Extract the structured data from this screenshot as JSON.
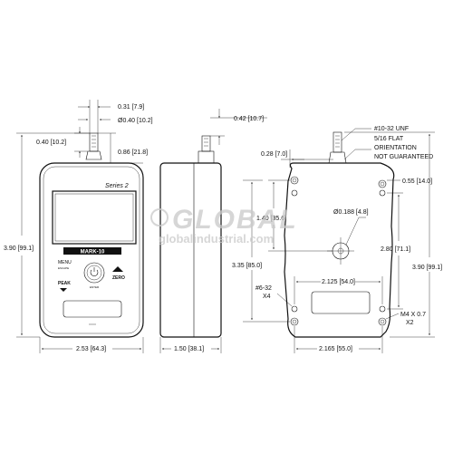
{
  "device": {
    "series_label": "Series 2",
    "brand_label": "MARK-10",
    "menu_label": "MENU",
    "menu_sub_label": "ESCAPE",
    "peak_label": "PEAK",
    "enter_label": "ENTER",
    "zero_label": "ZERO"
  },
  "dimensions": {
    "shaft_dia_small": "0.31 [7.9]",
    "shaft_dia_large": "Ø0.40 [10.2]",
    "shaft_length_front": "0.40 [10.2]",
    "shaft_to_body": "0.86 [21.8]",
    "overall_height_front": "3.90 [99.1]",
    "front_width": "2.53 [64.3]",
    "side_shaft_length": "0.42 [10.7]",
    "side_depth": "1.50 [38.1]",
    "thread_label": "#10-32 UNF",
    "flat_note_1": "5/16 FLAT",
    "flat_note_2": "ORIENTATION",
    "flat_note_3": "NOT GUARANTEED",
    "rear_shaft_offset": "0.28 [7.0]",
    "rear_hole_inset": "0.55 [14.0]",
    "rear_top_to_hole": "1.40 [35.6]",
    "rear_hole_dia": "Ø0.188 [4.8]",
    "rear_upper_height": "3.35 [85.0]",
    "rear_screw_height": "2.80 [71.1]",
    "rear_overall_height": "3.90 [99.1]",
    "rear_screw_label_1": "#6-32",
    "rear_screw_label_2": "X4",
    "rear_inner_width": "2.125 [54.0]",
    "rear_m4_label_1": "M4 X 0.7",
    "rear_m4_label_2": "X2",
    "rear_overall_width": "2.165 [55.0]"
  },
  "watermark": {
    "brand": "GLOBAL",
    "site": "globalindustrial.com"
  }
}
